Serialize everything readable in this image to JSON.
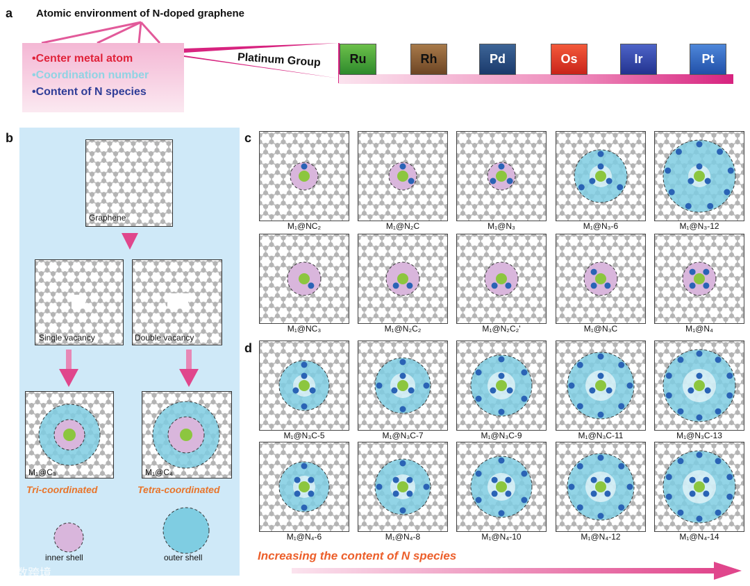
{
  "panel_a": {
    "letter": "a",
    "title": "Atomic environment of N-doped graphene",
    "features": [
      "•Center metal atom",
      "•Coordination number",
      "•Content of N species"
    ],
    "group_label": "Platinum Group",
    "metals": [
      "Ru",
      "Rh",
      "Pd",
      "Os",
      "Ir",
      "Pt"
    ]
  },
  "panel_b": {
    "letter": "b",
    "graphene_label": "Graphene",
    "single_label": "Single vacancy",
    "double_label": "Double vacancy",
    "mc3_label": "M₁@C₃",
    "mc4_label": "M₁@C₄",
    "tri_label": "Tri-coordinated",
    "tetra_label": "Tetra-coordinated",
    "inner_label": "inner shell",
    "outer_label": "outer shell"
  },
  "panel_c": {
    "letter": "c",
    "row1": [
      "M₁@NC₂",
      "M₁@N₂C",
      "M₁@N₃",
      "M₁@N₃-6",
      "M₁@N₃-12"
    ],
    "row2": [
      "M₁@NC₃",
      "M₁@N₂C₂",
      "M₁@N₂C₂'",
      "M₁@N₃C",
      "M₁@N₄"
    ]
  },
  "panel_d": {
    "letter": "d",
    "row1": [
      "M₁@N₃C-5",
      "M₁@N₃C-7",
      "M₁@N₃C-9",
      "M₁@N₃C-11",
      "M₁@N₃C-13"
    ],
    "row2": [
      "M₁@N₄-6",
      "M₁@N₄-8",
      "M₁@N₄-10",
      "M₁@N₄-12",
      "M₁@N₄-14"
    ]
  },
  "increase_label": "Increasing the content of N species",
  "watermark": "大数跨境",
  "colors": {
    "carbon": "#b9b9b9",
    "nitrogen": "#2a63b5",
    "metal_atom": "#8cc63f",
    "inner_shell": "#d9b6dc",
    "outer_shell": "#7fcde2",
    "panel_b_bg": "#cfe9f8",
    "arrow": "#e0468c"
  }
}
